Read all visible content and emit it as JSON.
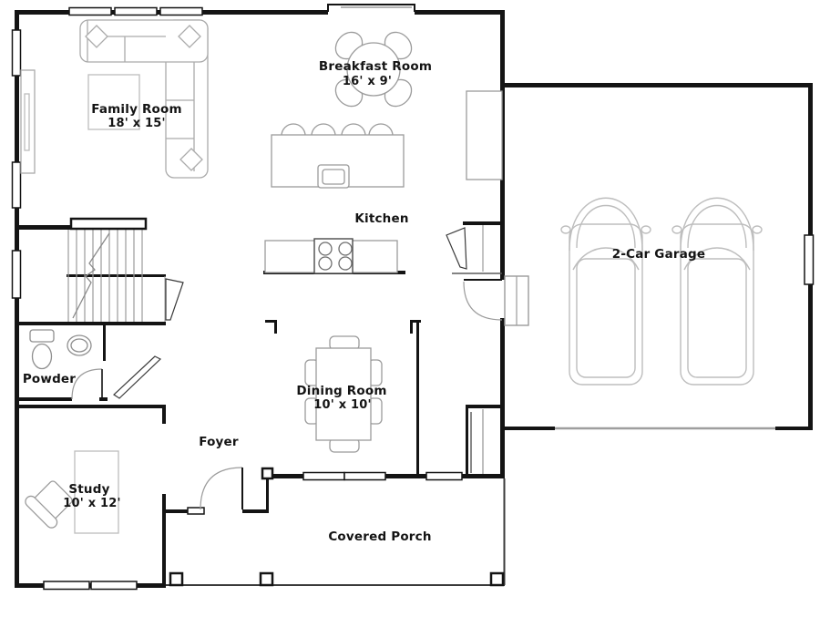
{
  "rooms": {
    "family_room": {
      "name": "Family Room",
      "dims": "18' x 15'"
    },
    "breakfast_room": {
      "name": "Breakfast Room",
      "dims": "16' x 9'"
    },
    "kitchen": {
      "name": "Kitchen"
    },
    "garage": {
      "name": "2-Car Garage"
    },
    "powder": {
      "name": "Powder"
    },
    "dining_room": {
      "name": "Dining Room",
      "dims": "10' x 10'"
    },
    "foyer": {
      "name": "Foyer"
    },
    "study": {
      "name": "Study",
      "dims": "10' x 12'"
    },
    "covered_porch": {
      "name": "Covered Porch"
    }
  },
  "colors": {
    "wall": "#141414",
    "furniture_stroke": "#9b9b9b",
    "light_stroke": "#bdbdbd",
    "door_stroke": "#2a2a2a",
    "text": "#141414",
    "background": "#ffffff"
  }
}
